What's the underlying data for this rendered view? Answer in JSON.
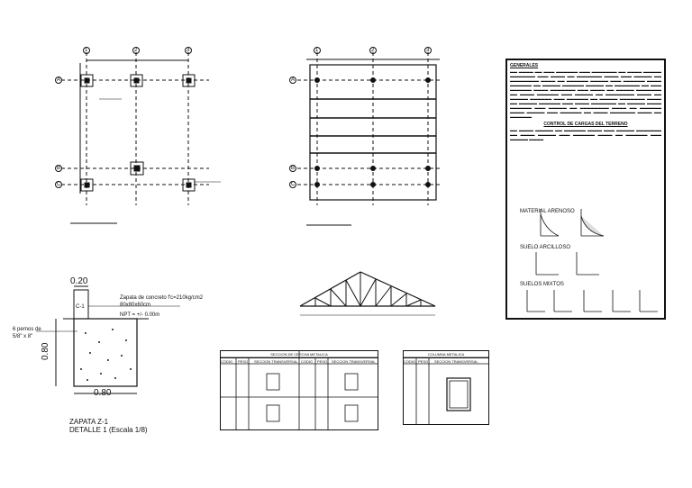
{
  "footing_detail": {
    "width_top_label": "0.20",
    "column_tag": "C-1",
    "concrete_note_line1": "Zapata de concreto f'c=210kg/cm2",
    "concrete_note_line2": "80x80x60cm",
    "npt_label": "NPT = +/- 0.00m",
    "bolt_note_line1": "6 pernos de",
    "bolt_note_line2": "5/8\" x 8\"",
    "height_label": "0.80",
    "width_label": "0.80",
    "title_line1": "ZAPATA Z-1",
    "title_line2": "DETALLE 1 (Escala 1/8)"
  },
  "axes": {
    "cols": [
      "1",
      "2",
      "3"
    ],
    "rows": [
      "A",
      "B",
      "C"
    ]
  },
  "notes_panel": {
    "heading": "GENERALES",
    "section_heading": "CONTROL DE CARGAS DEL TERRENO",
    "labels": [
      "MATERIAL ARENOSO",
      "SUELO ARCILLOSO",
      "SUELOS MIXTOS"
    ]
  },
  "table_steel": {
    "title": "SECCION DE CERCHA METALICA",
    "col_headers": [
      "CODIG",
      "PESO",
      "SECCION TRANSVERSAL",
      "CODIG",
      "PESO",
      "SECCION TRANSVERSAL"
    ]
  },
  "table_column": {
    "title": "COLUMNA METALICA",
    "col_headers": [
      "CODIG",
      "PESO",
      "SECCION TRANSVERSAL"
    ]
  },
  "colors": {
    "line": "#111111",
    "background": "#ffffff"
  }
}
